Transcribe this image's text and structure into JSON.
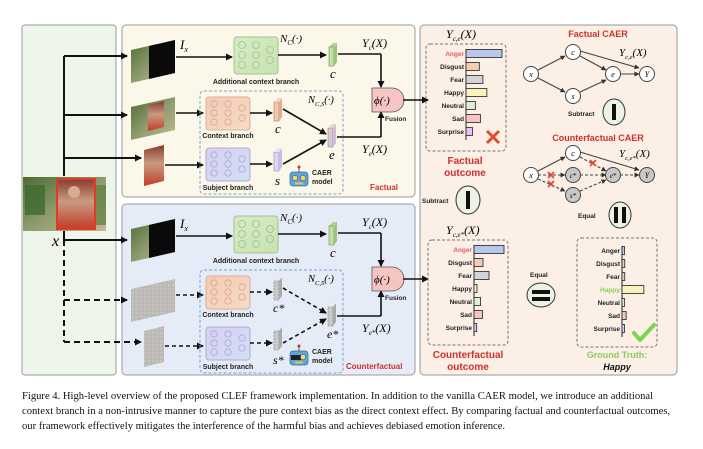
{
  "figure": {
    "input_label": "x",
    "factual": {
      "panel_label": "Factual",
      "additional_branch_label": "Additional context branch",
      "additional_input_label": "I",
      "additional_input_sub": "x",
      "additional_net_label": "N",
      "additional_net_sub": "C",
      "additional_net_arg": "(·)",
      "additional_feature": "c",
      "ctx_branch_label": "Context branch",
      "subj_branch_label": "Subject branch",
      "ctx_feature": "c",
      "subj_feature": "s",
      "fused_feature": "e",
      "caer_net_label": "N",
      "caer_net_sub": "C,S",
      "caer_net_arg": "(·)",
      "caer_model_label_1": "CAER",
      "caer_model_label_2": "model",
      "output_top": "Y",
      "output_top_sub": "c",
      "output_bottom": "Y",
      "output_bottom_sub": "e",
      "output_arg": "(X)",
      "fusion_symbol": "ϕ(·)",
      "fusion_label": "Fusion"
    },
    "counterfactual": {
      "panel_label": "Counterfactual",
      "additional_branch_label": "Additional context branch",
      "ctx_branch_label": "Context branch",
      "subj_branch_label": "Subject branch",
      "additional_feature": "c",
      "ctx_feature": "c*",
      "subj_feature": "s*",
      "fused_feature": "e*",
      "output_top_sub": "c",
      "output_bottom_sub": "e*",
      "caer_model_label_1": "CAER",
      "caer_model_label_2": "model",
      "fusion_label": "Fusion"
    },
    "outcomes": {
      "factual_title": "Y",
      "factual_title_sub": "c,e",
      "factual_title_arg": "(X)",
      "factual_caption_1": "Factual",
      "factual_caption_2": "outcome",
      "counterfactual_title": "Y",
      "counterfactual_title_sub": "c,e*",
      "counterfactual_title_arg": "(X)",
      "counterfactual_caption_1": "Counterfactual",
      "counterfactual_caption_2": "outcome",
      "subtract_label": "Subtract",
      "equal_label": "Equal",
      "ground_truth_label": "Ground Truth:",
      "ground_truth_value": "Happy"
    },
    "graphs": {
      "factual_title": "Factual CAER",
      "counterfactual_title": "Counterfactual CAER",
      "factual_output": "Y",
      "factual_output_sub": "c,e",
      "counterfactual_output_sub": "c,e*",
      "output_arg": "(X)",
      "subtract_label": "Subtract",
      "equal_label": "Equal",
      "nodes_factual": [
        "x",
        "c",
        "s",
        "e",
        "Y"
      ],
      "nodes_counterfactual": [
        "x",
        "c",
        "c*",
        "s*",
        "e*",
        "Y"
      ]
    },
    "colors": {
      "accent_red": "#d0302b",
      "ground_truth_green": "#8ccc5a",
      "factual_panel": "#fbf8ea",
      "counterfactual_panel": "#e6ecf7",
      "outcome_panel": "#fbefe6",
      "input_panel": "#eef5ea"
    }
  },
  "chart_data": [
    {
      "type": "bar",
      "title": "Factual outcome Y_{c,e}(X)",
      "orientation": "horizontal",
      "categories": [
        "Anger",
        "Disgust",
        "Fear",
        "Happy",
        "Neutral",
        "Sad",
        "Surprise"
      ],
      "values": [
        1.0,
        0.37,
        0.47,
        0.58,
        0.26,
        0.4,
        0.18
      ],
      "highlight": "Anger",
      "verdict": "wrong"
    },
    {
      "type": "bar",
      "title": "Counterfactual outcome Y_{c,e*}(X)",
      "orientation": "horizontal",
      "categories": [
        "Anger",
        "Disgust",
        "Fear",
        "Happy",
        "Neutral",
        "Sad",
        "Surprise"
      ],
      "values": [
        1.0,
        0.3,
        0.5,
        0.1,
        0.22,
        0.28,
        0.09
      ],
      "highlight": "Anger"
    },
    {
      "type": "bar",
      "title": "Debiased outcome",
      "orientation": "horizontal",
      "categories": [
        "Anger",
        "Disgust",
        "Fear",
        "Happy",
        "Neutral",
        "Sad",
        "Surprise"
      ],
      "values": [
        0.08,
        0.12,
        0.12,
        0.95,
        0.06,
        0.18,
        0.08
      ],
      "highlight": "Happy",
      "verdict": "correct"
    }
  ],
  "caption": {
    "text": "Figure 4. High-level overview of the proposed CLEF framework implementation. In addition to the vanilla CAER model, we introduce an additional context branch in a non-intrusive manner to capture the pure context bias as the direct context effect. By comparing factual and counterfactual outcomes, our framework effectively mitigates the interference of the harmful bias and achieves debiased emotion inference."
  }
}
